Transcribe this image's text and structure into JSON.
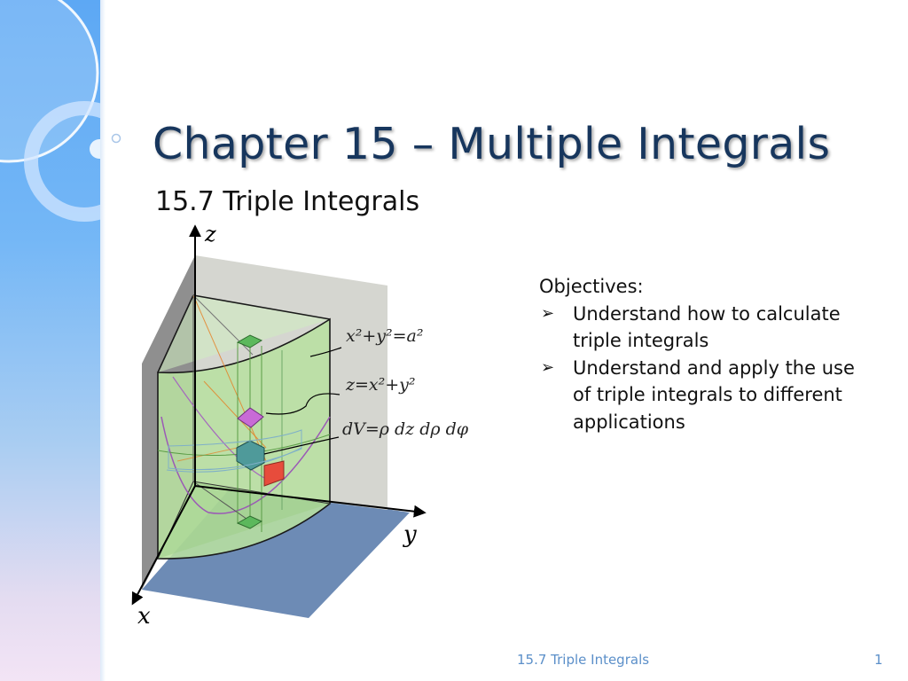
{
  "slide": {
    "title": "Chapter 15 – Multiple Integrals",
    "subtitle": "15.7 Triple Integrals"
  },
  "figure": {
    "axis_labels": {
      "z": "z",
      "y": "y",
      "x": "x"
    },
    "equations": {
      "cylinder": "x²+y²=a²",
      "paraboloid": "z=x²+y²",
      "volume_element": "dV=ρ dz dρ dφ"
    }
  },
  "objectives": {
    "heading": "Objectives:",
    "bullet_glyph": "➢",
    "items": [
      "Understand how to calculate triple integrals",
      "Understand and apply the use of triple integrals to different applications"
    ]
  },
  "footer": {
    "title": "15.7 Triple Integrals",
    "page_number": "1"
  },
  "colors": {
    "title": "#17365d",
    "sidebar_top": "#5da8f4",
    "sidebar_bottom": "#f3e4f5",
    "footer_text": "#5b8fc9",
    "solid_green": "#b8e0a0",
    "floor_blue": "#6d8bb5",
    "highlight_red": "#e74c3c"
  }
}
